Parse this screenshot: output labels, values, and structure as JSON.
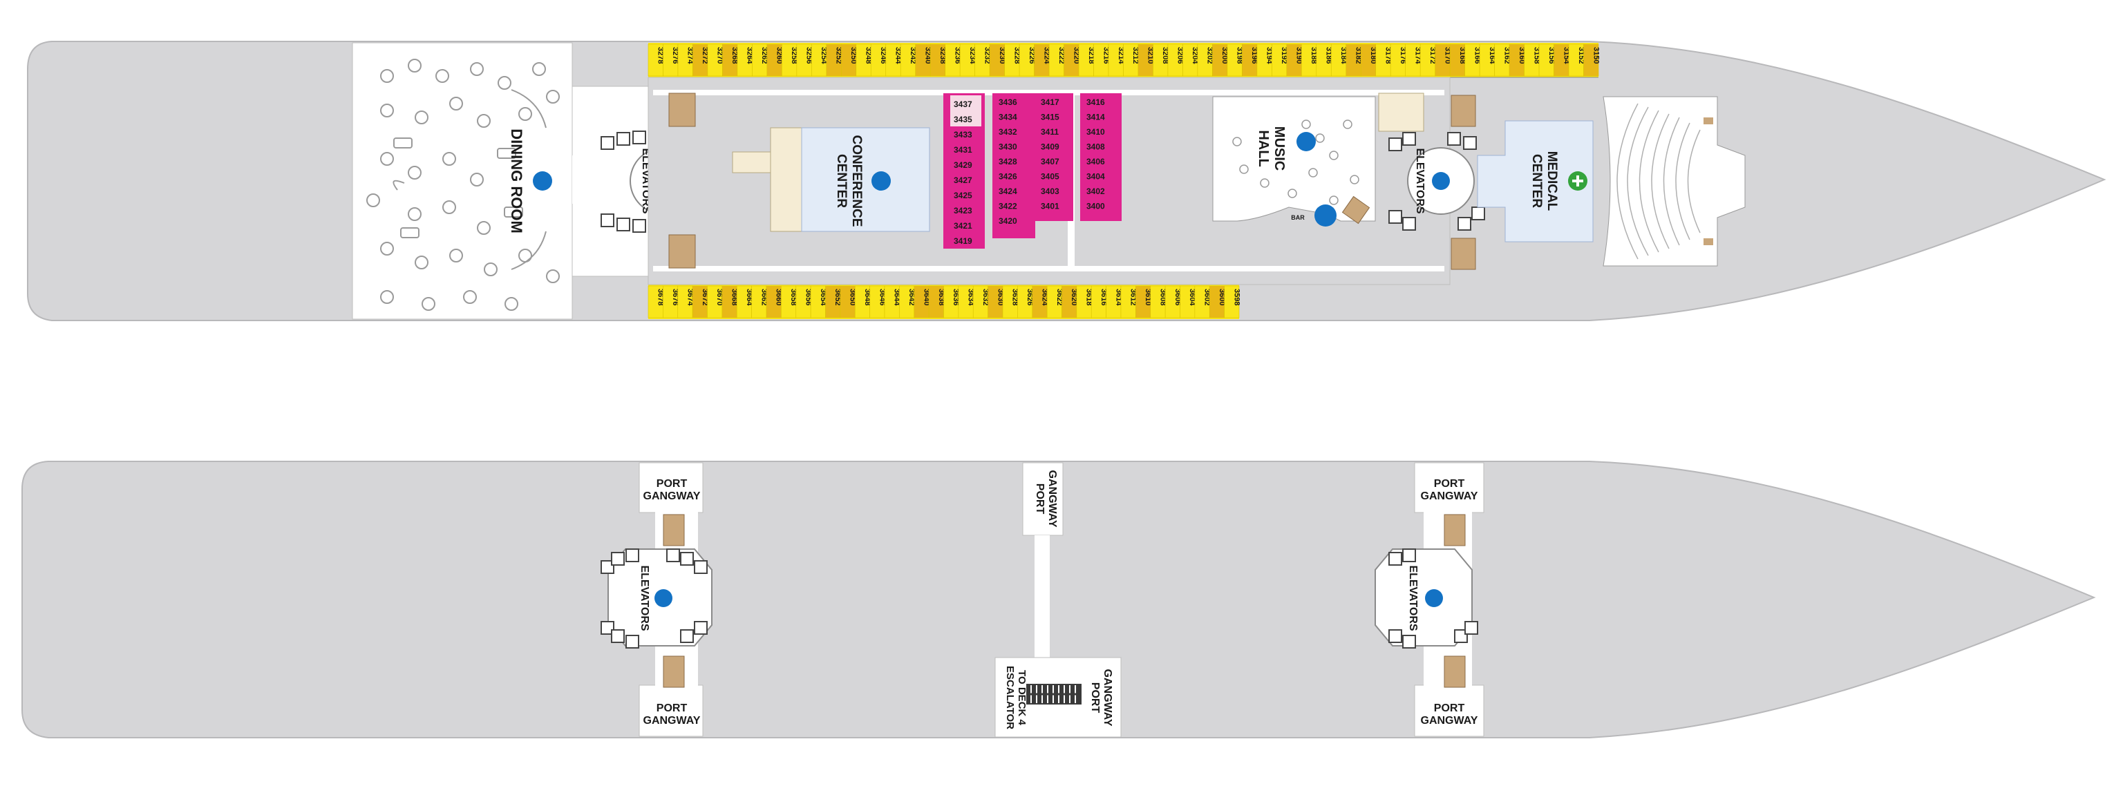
{
  "colors": {
    "hull": "#d6d6d8",
    "deck_white": "#ffffff",
    "inside_pink": "#e0248f",
    "pink_light": "#f6dbe6",
    "balcony_yellow": "#f9e61a",
    "balcony_gold": "#e8b817",
    "venue_blue": "#e2ebf7",
    "icon_blue": "#1372c4",
    "icon_green": "#34a33c",
    "stair_tan": "#f5ecd4",
    "lift_brown": "#c9a67a"
  },
  "deck3": {
    "venues": {
      "dining_room": "DINING ROOM",
      "conference_line1": "CONFERENCE",
      "conference_line2": "CENTER",
      "music_line1": "MUSIC",
      "music_line2": "HALL",
      "medical_line1": "MEDICAL",
      "medical_line2": "CENTER",
      "elevators_aft": "ELEVATORS",
      "elevators_fwd": "ELEVATORS",
      "bar_mark": "BAR"
    },
    "top_cabins": [
      "3278",
      "3276",
      "3274",
      "3272",
      "3270",
      "3268",
      "3264",
      "3262",
      "3260",
      "3258",
      "3256",
      "3254",
      "3252",
      "3250",
      "3248",
      "3246",
      "3244",
      "3242",
      "3240",
      "3238",
      "3236",
      "3234",
      "3232",
      "3230",
      "3228",
      "3226",
      "3224",
      "3222",
      "3220",
      "3218",
      "3216",
      "3214",
      "3212",
      "3210",
      "3208",
      "3206",
      "3204",
      "3202",
      "3200",
      "3198",
      "3196",
      "3194",
      "3192",
      "3190",
      "3188",
      "3186",
      "3184",
      "3182",
      "3180",
      "3178",
      "3176",
      "3174",
      "3172",
      "3170",
      "3168",
      "3166",
      "3164",
      "3162",
      "3160",
      "3158",
      "3156",
      "3154",
      "3152",
      "3150"
    ],
    "bottom_cabins": [
      "3678",
      "3676",
      "3674",
      "3672",
      "3670",
      "3668",
      "3664",
      "3662",
      "3660",
      "3658",
      "3656",
      "3654",
      "3652",
      "3650",
      "3648",
      "3646",
      "3644",
      "3642",
      "3640",
      "3638",
      "3636",
      "3634",
      "3632",
      "3630",
      "3628",
      "3626",
      "3624",
      "3622",
      "3620",
      "3618",
      "3616",
      "3614",
      "3612",
      "3610",
      "3608",
      "3606",
      "3604",
      "3602",
      "3600",
      "3598"
    ],
    "inside_col1": [
      "3437",
      "3435",
      "3433",
      "3431",
      "3429",
      "3427",
      "3425",
      "3423",
      "3421",
      "3419"
    ],
    "inside_col2": [
      "3436",
      "3434",
      "3432",
      "3430",
      "3428",
      "3426",
      "3424",
      "3422",
      "3420"
    ],
    "inside_col3": [
      "3417",
      "3415",
      "3411",
      "3409",
      "3407",
      "3405",
      "3403",
      "3401"
    ],
    "inside_col4": [
      "3416",
      "3414",
      "3410",
      "3408",
      "3406",
      "3404",
      "3402",
      "3400"
    ]
  },
  "deck_lower": {
    "port_gangway_line1": "PORT",
    "port_gangway_line2": "GANGWAY",
    "elevators_aft": "ELEVATORS",
    "elevators_fwd": "ELEVATORS",
    "escalator_line1": "ESCALATOR",
    "escalator_line2": "TO DECK 4"
  }
}
